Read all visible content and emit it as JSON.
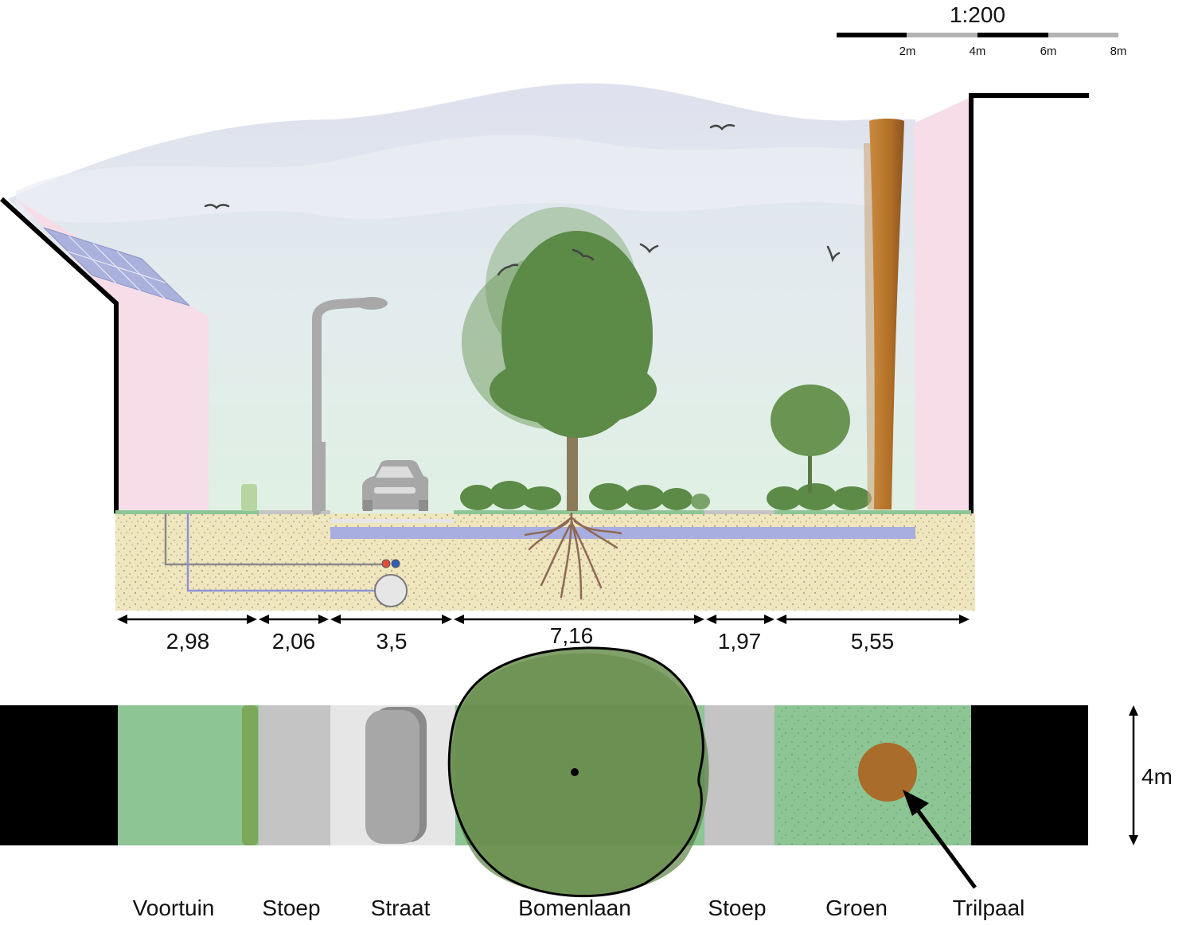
{
  "scale": {
    "title": "1:200",
    "ticks": [
      "2m",
      "4m",
      "6m",
      "8m"
    ]
  },
  "dimensions": [
    "2,98",
    "2,06",
    "3,5",
    "7,16",
    "1,97",
    "5,55"
  ],
  "plan_height_label": "4m",
  "zones": [
    "Voortuin",
    "Stoep",
    "Straat",
    "Bomenlaan",
    "Stoep",
    "Groen",
    "Trilpaal"
  ],
  "colors": {
    "sky_top": "#dfe3ef",
    "sky_bottom": "#e3f1e6",
    "house_wall": "#f6dde7",
    "soil": "#f0e6bd",
    "grass": "#8dc595",
    "tree": "#5c8a47",
    "tree_canopy_plan": "#6b9150",
    "pavement": "#c4c4c4",
    "street": "#e6e6e6",
    "pole": "#b5762f",
    "pipe_blue": "#8d93d6",
    "building_black": "#000000"
  }
}
